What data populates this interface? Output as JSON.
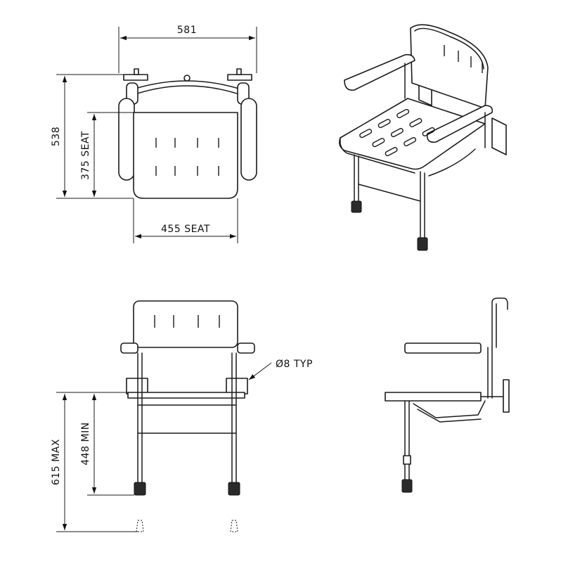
{
  "dimensions": {
    "plan_width": "581",
    "plan_depth": "538",
    "seat_depth": "375 SEAT",
    "seat_width": "455 SEAT",
    "fixing_hole": "Ø8 TYP",
    "height_max": "615 MAX",
    "height_min": "448 MIN"
  }
}
